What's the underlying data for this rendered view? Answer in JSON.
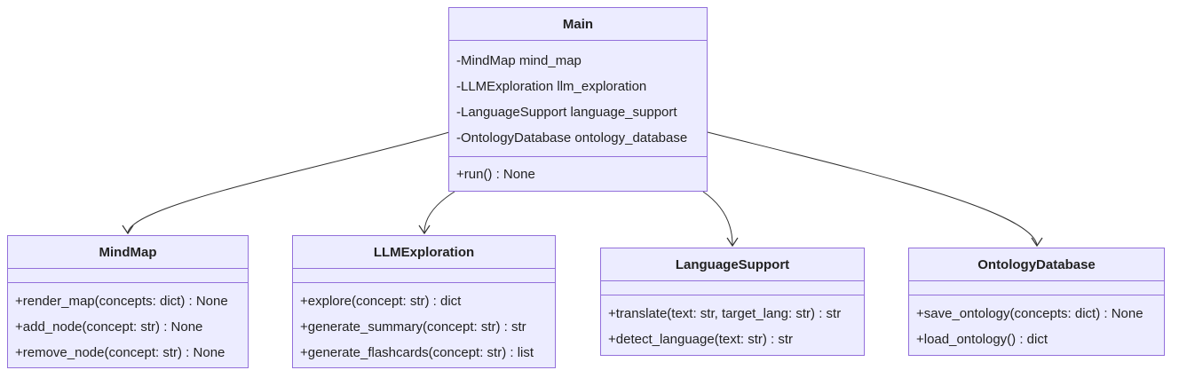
{
  "diagram": {
    "classes": {
      "main": {
        "name": "Main",
        "attributes": [
          "-MindMap mind_map",
          "-LLMExploration llm_exploration",
          "-LanguageSupport language_support",
          "-OntologyDatabase ontology_database"
        ],
        "methods": [
          "+run() : None"
        ]
      },
      "mindmap": {
        "name": "MindMap",
        "attributes": [],
        "methods": [
          "+render_map(concepts: dict) : None",
          "+add_node(concept: str) : None",
          "+remove_node(concept: str) : None"
        ]
      },
      "llm": {
        "name": "LLMExploration",
        "attributes": [],
        "methods": [
          "+explore(concept: str) : dict",
          "+generate_summary(concept: str) : str",
          "+generate_flashcards(concept: str) : list"
        ]
      },
      "lang": {
        "name": "LanguageSupport",
        "attributes": [],
        "methods": [
          "+translate(text: str, target_lang: str) : str",
          "+detect_language(text: str) : str"
        ]
      },
      "onto": {
        "name": "OntologyDatabase",
        "attributes": [],
        "methods": [
          "+save_ontology(concepts: dict) : None",
          "+load_ontology() : dict"
        ]
      }
    },
    "relations": [
      {
        "from": "Main",
        "to": "MindMap",
        "type": "association"
      },
      {
        "from": "Main",
        "to": "LLMExploration",
        "type": "association"
      },
      {
        "from": "Main",
        "to": "LanguageSupport",
        "type": "association"
      },
      {
        "from": "Main",
        "to": "OntologyDatabase",
        "type": "association"
      }
    ],
    "colors": {
      "box_fill": "#ECECFF",
      "box_border": "#9370DB",
      "edge": "#333333",
      "text": "#222222"
    }
  }
}
